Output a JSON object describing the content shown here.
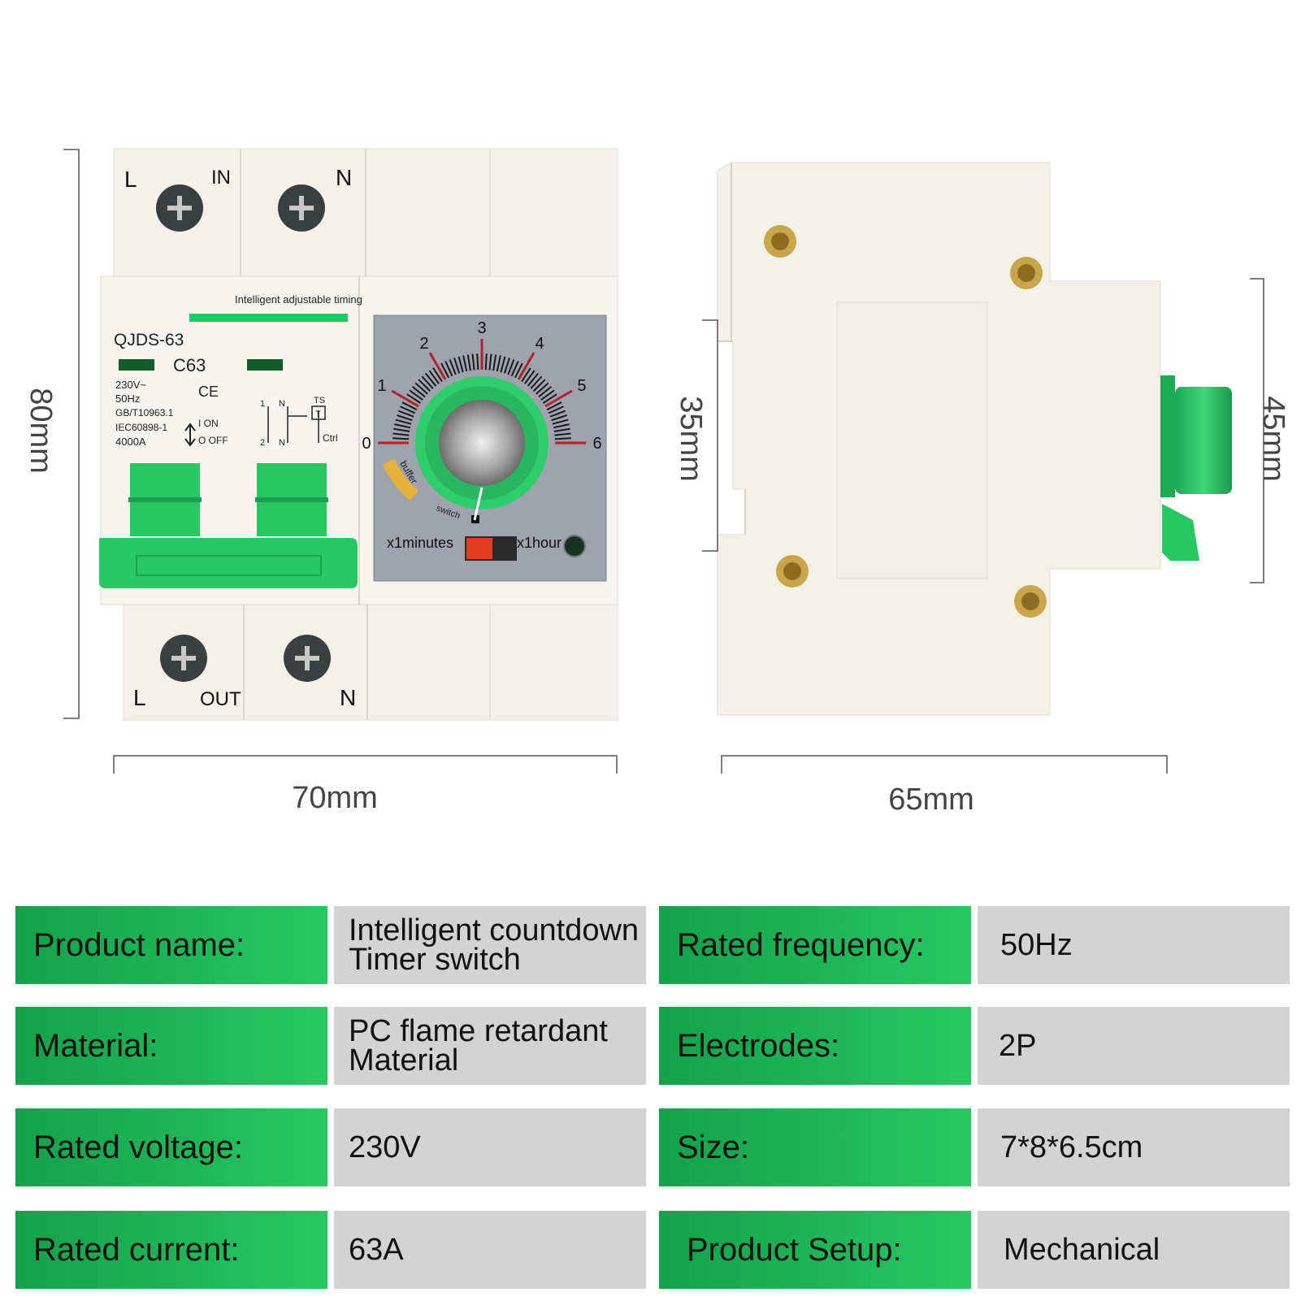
{
  "front": {
    "in_l": "L",
    "in_label": "IN",
    "in_n": "N",
    "out_l": "L",
    "out_label": "OUT",
    "out_n": "N",
    "banner": "Intelligent adjustable timing",
    "model": "QJDS-63",
    "curve": "C63",
    "spec_lines": [
      "230V~",
      "50Hz",
      "GB/T10963.1",
      "IEC60898-1",
      "4000A"
    ],
    "ce": "CE",
    "on": "I ON",
    "off": "O OFF",
    "wiring": {
      "p1": "1",
      "n1": "N",
      "ts": "TS",
      "t": "T",
      "p2": "2",
      "n2": "N",
      "ctrl": "Ctrl"
    },
    "dial_numbers": [
      "0",
      "1",
      "2",
      "3",
      "4",
      "5",
      "6"
    ],
    "buffer": "buffer",
    "switch": "switch",
    "x_minutes": "x1minutes",
    "x_hour": "x1hour"
  },
  "dimensions": {
    "height": "80mm",
    "front_width": "70mm",
    "side_width": "65mm",
    "inner_height": "35mm",
    "outer_height": "45mm"
  },
  "colors": {
    "green": "#27c863",
    "label_green_dark": "#14a14a",
    "value_grey": "#d3d3d3",
    "body": "#f4f1ea",
    "dial_face": "#9ea3ad"
  },
  "specs": [
    {
      "label": "Product name:",
      "value": "Intelligent countdown\nTimer switch"
    },
    {
      "label": "Rated frequency:",
      "value": "50Hz"
    },
    {
      "label": "Material:",
      "value": "PC flame retardant\nMaterial"
    },
    {
      "label": "Electrodes:",
      "value": "2P"
    },
    {
      "label": "Rated voltage:",
      "value": "230V"
    },
    {
      "label": "Size:",
      "value": "7*8*6.5cm"
    },
    {
      "label": "Rated current:",
      "value": "63A"
    },
    {
      "label": "Product Setup:",
      "value": "Mechanical"
    }
  ]
}
